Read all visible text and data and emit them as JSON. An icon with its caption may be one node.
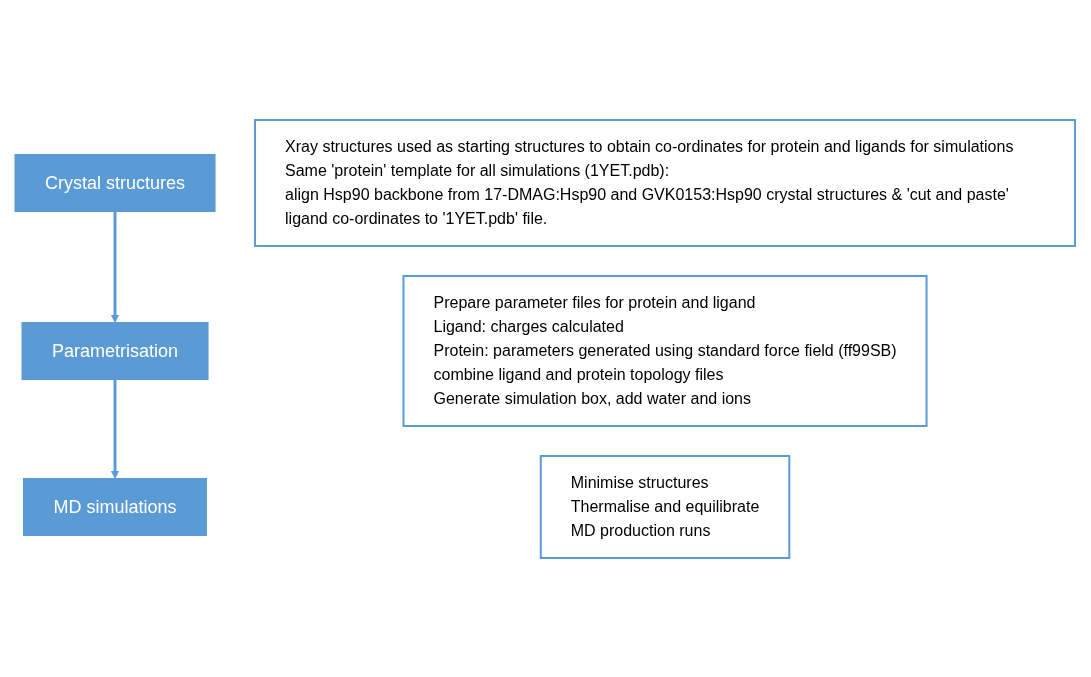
{
  "diagram": {
    "nodes": [
      {
        "text": [
          "Crystal structures"
        ]
      },
      {
        "text": [
          "Xray structures used as starting structures to obtain co-ordinates for protein and ligands for simulations",
          "Same 'protein' template for all simulations (1YET.pdb):",
          "align Hsp90 backbone from 17-DMAG:Hsp90 and GVK0153:Hsp90 crystal structures & 'cut and paste' ligand co-ordinates to '1YET.pdb' file."
        ]
      },
      {
        "text": [
          "Parametrisation"
        ]
      },
      {
        "text": [
          "Prepare parameter files for protein and ligand",
          "Ligand: charges calculated",
          "Protein: parameters generated using standard force field (ff99SB)",
          "combine ligand and protein topology files",
          "Generate simulation box, add water and ions"
        ]
      },
      {
        "text": [
          "MD simulations"
        ]
      },
      {
        "text": [
          "Minimise structures",
          "Thermalise and equilibrate",
          "MD production runs"
        ]
      }
    ],
    "edges": [
      {
        "from": 0,
        "to": 2,
        "arrow": "to"
      },
      {
        "from": 2,
        "to": 4,
        "arrow": "to"
      }
    ]
  }
}
